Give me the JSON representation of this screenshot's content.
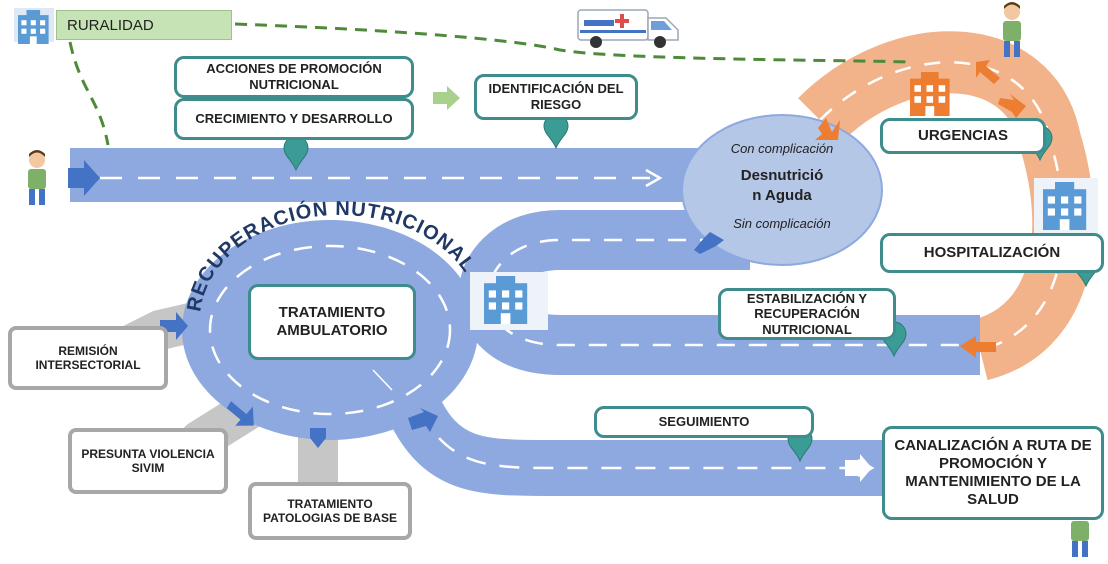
{
  "rurality": {
    "label": "RURALIDAD"
  },
  "boxes": {
    "promotion_actions": "ACCIONES DE PROMOCIÓN NUTRICIONAL",
    "growth": "CRECIMIENTO Y DESARROLLO",
    "risk_identification": "IDENTIFICACIÓN DEL RIESGO",
    "emergencies": "URGENCIAS",
    "hospitalization": "HOSPITALIZACIÓN",
    "stabilization": "ESTABILIZACIÓN Y RECUPERACIÓN NUTRICIONAL",
    "outpatient_treatment": "TRATAMIENTO AMBULATORIO",
    "intersectoral_referral": "REMISIÓN INTERSECTORIAL",
    "violence": "PRESUNTA VIOLENCIA SIVIM",
    "base_pathologies": "TRATAMIENTO PATOLOGIAS DE BASE",
    "follow_up": "SEGUIMIENTO",
    "channeling": "CANALIZACIÓN A RUTA DE PROMOCIÓN Y MANTENIMIENTO DE LA SALUD"
  },
  "malnutrition": {
    "with_complication": "Con complicación",
    "title_line1": "Desnutrició",
    "title_line2": "n Aguda",
    "without_complication": "Sin complicación"
  },
  "recovery_ring_label": "RECUPERACIÓN NUTRICIONAL",
  "icons": [
    "hospital-icon",
    "ambulance-icon",
    "person-icon",
    "map-pin-icon",
    "arrow-icon"
  ],
  "colors": {
    "road_blue": "#8ea9e0",
    "road_orange": "#f2b38b",
    "road_gray": "#c6c6c6",
    "box_border": "#3f8c8c",
    "gray_border": "#a7a7a7",
    "pin": "#3b9c95",
    "arrow_blue": "#4472c4",
    "arrow_orange": "#ed7d31",
    "rurality_fill": "#c6e3b5",
    "dashed_path": "#4e8a3a"
  }
}
